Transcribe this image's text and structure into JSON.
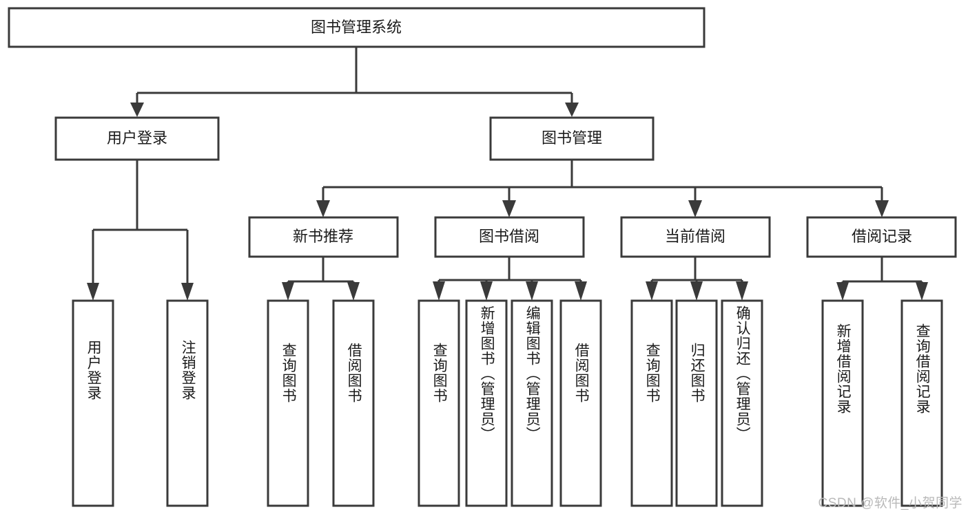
{
  "diagram": {
    "title": "图书管理系统",
    "watermark": "CSDN @软件_小贺同学",
    "colors": {
      "stroke": "#3a3a3a",
      "fill": "#ffffff",
      "text": "#1b1b1b",
      "watermark": "#b9b9b9",
      "background": "#ffffff"
    },
    "root": {
      "label": "图书管理系统"
    },
    "level2": [
      {
        "label": "用户登录"
      },
      {
        "label": "图书管理"
      }
    ],
    "level3": [
      {
        "label": "新书推荐"
      },
      {
        "label": "图书借阅"
      },
      {
        "label": "当前借阅"
      },
      {
        "label": "借阅记录"
      }
    ],
    "leaves": {
      "user_login": [
        {
          "label": "用户登录"
        },
        {
          "label": "注销登录"
        }
      ],
      "new_book_recommend": [
        {
          "label": "查询图书"
        },
        {
          "label": "借阅图书"
        }
      ],
      "book_borrow": [
        {
          "label": "查询图书"
        },
        {
          "label": "新增图书（管理员）"
        },
        {
          "label": "编辑图书（管理员）"
        },
        {
          "label": "借阅图书"
        }
      ],
      "current_borrow": [
        {
          "label": "查询图书"
        },
        {
          "label": "归还图书"
        },
        {
          "label": "确认归还（管理员）"
        }
      ],
      "borrow_records": [
        {
          "label": "新增借阅记录"
        },
        {
          "label": "查询借阅记录"
        }
      ]
    }
  }
}
